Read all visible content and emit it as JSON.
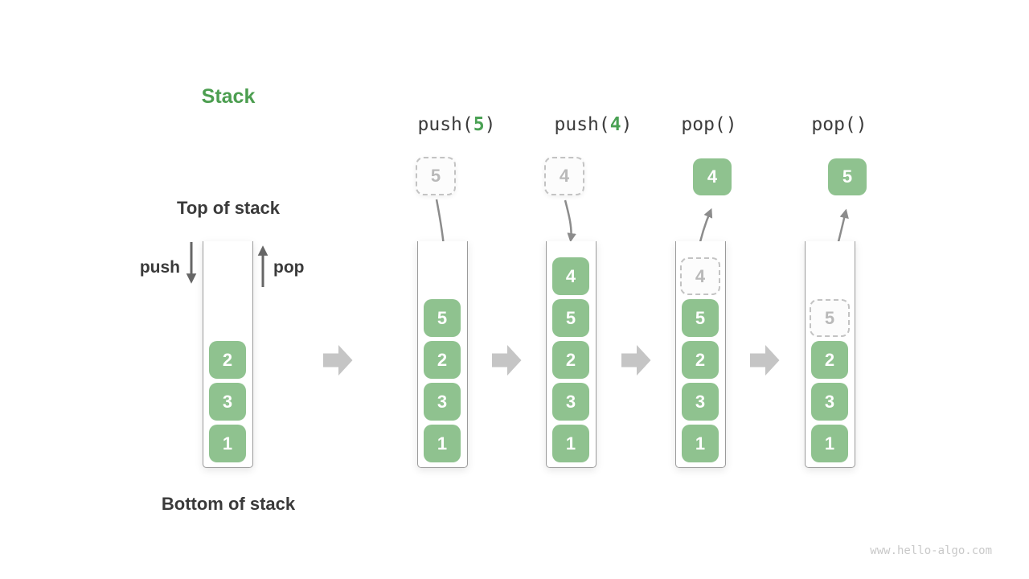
{
  "title": {
    "text": "Stack"
  },
  "labels": {
    "top": "Top of stack",
    "bottom": "Bottom of stack",
    "push": "push",
    "pop": "pop"
  },
  "operations": [
    {
      "prefix": "push(",
      "arg": "5",
      "suffix": ")"
    },
    {
      "prefix": "push(",
      "arg": "4",
      "suffix": ")"
    },
    {
      "prefix": "pop(",
      "arg": "",
      "suffix": ")"
    },
    {
      "prefix": "pop(",
      "arg": "",
      "suffix": ")"
    }
  ],
  "stacks": [
    {
      "items": [
        "2",
        "3",
        "1"
      ]
    },
    {
      "float": "5",
      "float_style": "dashed",
      "items": [
        "5",
        "2",
        "3",
        "1"
      ]
    },
    {
      "float": "4",
      "float_style": "dashed",
      "items": [
        "4",
        "5",
        "2",
        "3",
        "1"
      ]
    },
    {
      "float": "4",
      "float_style": "solid",
      "ghost": "4",
      "items": [
        "5",
        "2",
        "3",
        "1"
      ]
    },
    {
      "float": "5",
      "float_style": "solid",
      "ghost": "5",
      "items": [
        "2",
        "3",
        "1"
      ]
    }
  ],
  "watermark": "www.hello-algo.com",
  "colors": {
    "box_green": "#8fc28f",
    "title_green": "#4c9e50",
    "arg_green": "#4aa154",
    "text_dark": "#3c3c3c",
    "arrow_dark": "#666666",
    "arrow_gray": "#8c8c8c",
    "block_arrow_gray": "#c5c5c5",
    "ghost_border": "#c3c3c3",
    "ghost_text": "#b9b9b9",
    "wall_gray": "#9b9b9b",
    "watermark_gray": "#c9c9c9"
  }
}
